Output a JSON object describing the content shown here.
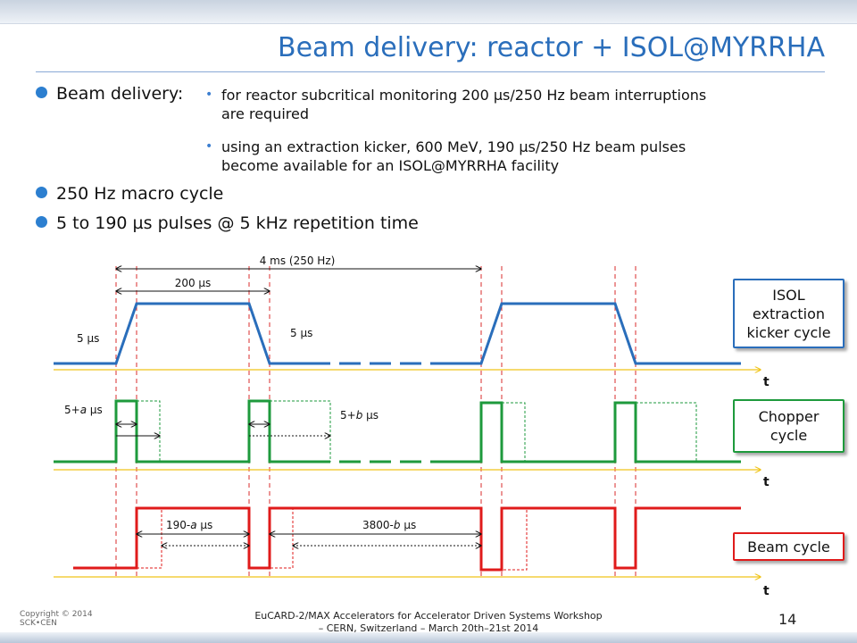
{
  "title": "Beam delivery: reactor + ISOL@MYRRHA",
  "bullets": {
    "b1": "Beam delivery:",
    "b1_sub1_a": "for reactor subcritical monitoring 200 µs/250 Hz beam interruptions",
    "b1_sub1_b": "are required",
    "b1_sub2_a": "using an extraction kicker, 600 MeV, 190 µs/250 Hz beam pulses",
    "b1_sub2_b": "become available for an ISOL@MYRRHA facility",
    "b2": "250 Hz macro cycle",
    "b3": "5 to 190 µs pulses @ 5 kHz repetition time"
  },
  "diagram": {
    "period_label": "4 ms (250 Hz)",
    "interrupt_label": "200 µs",
    "rise_label": "5 µs",
    "fall_label": "5 µs",
    "chopper_rise_label_pre": "5+",
    "chopper_rise_label_var": "a",
    "chopper_rise_label_post": " µs",
    "chopper_fall_label_pre": "5+",
    "chopper_fall_label_var": "b",
    "chopper_fall_label_post": " µs",
    "beam_a_label_pre": "190-",
    "beam_a_label_var": "a",
    "beam_a_label_post": " µs",
    "beam_b_label_pre": "3800-",
    "beam_b_label_var": "b",
    "beam_b_label_post": " µs",
    "t1": "t",
    "t2": "t",
    "t3": "t"
  },
  "legend": {
    "isol": "ISOL extraction kicker cycle",
    "chopper": "Chopper cycle",
    "beam": "Beam cycle"
  },
  "colors": {
    "isol_trace": "#2a6ebb",
    "chopper_trace": "#1e9a3c",
    "beam_trace": "#e01b1b",
    "time_axis": "#f0c419",
    "dashed_marker": "#d92b2b"
  },
  "footer": {
    "copyright_1": "Copyright © 2014",
    "copyright_2": "SCK•CEN",
    "event_1": "EuCARD-2/MAX Accelerators for Accelerator Driven Systems Workshop",
    "event_2": "– CERN, Switzerland – March 20th–21st 2014",
    "page": "14"
  }
}
